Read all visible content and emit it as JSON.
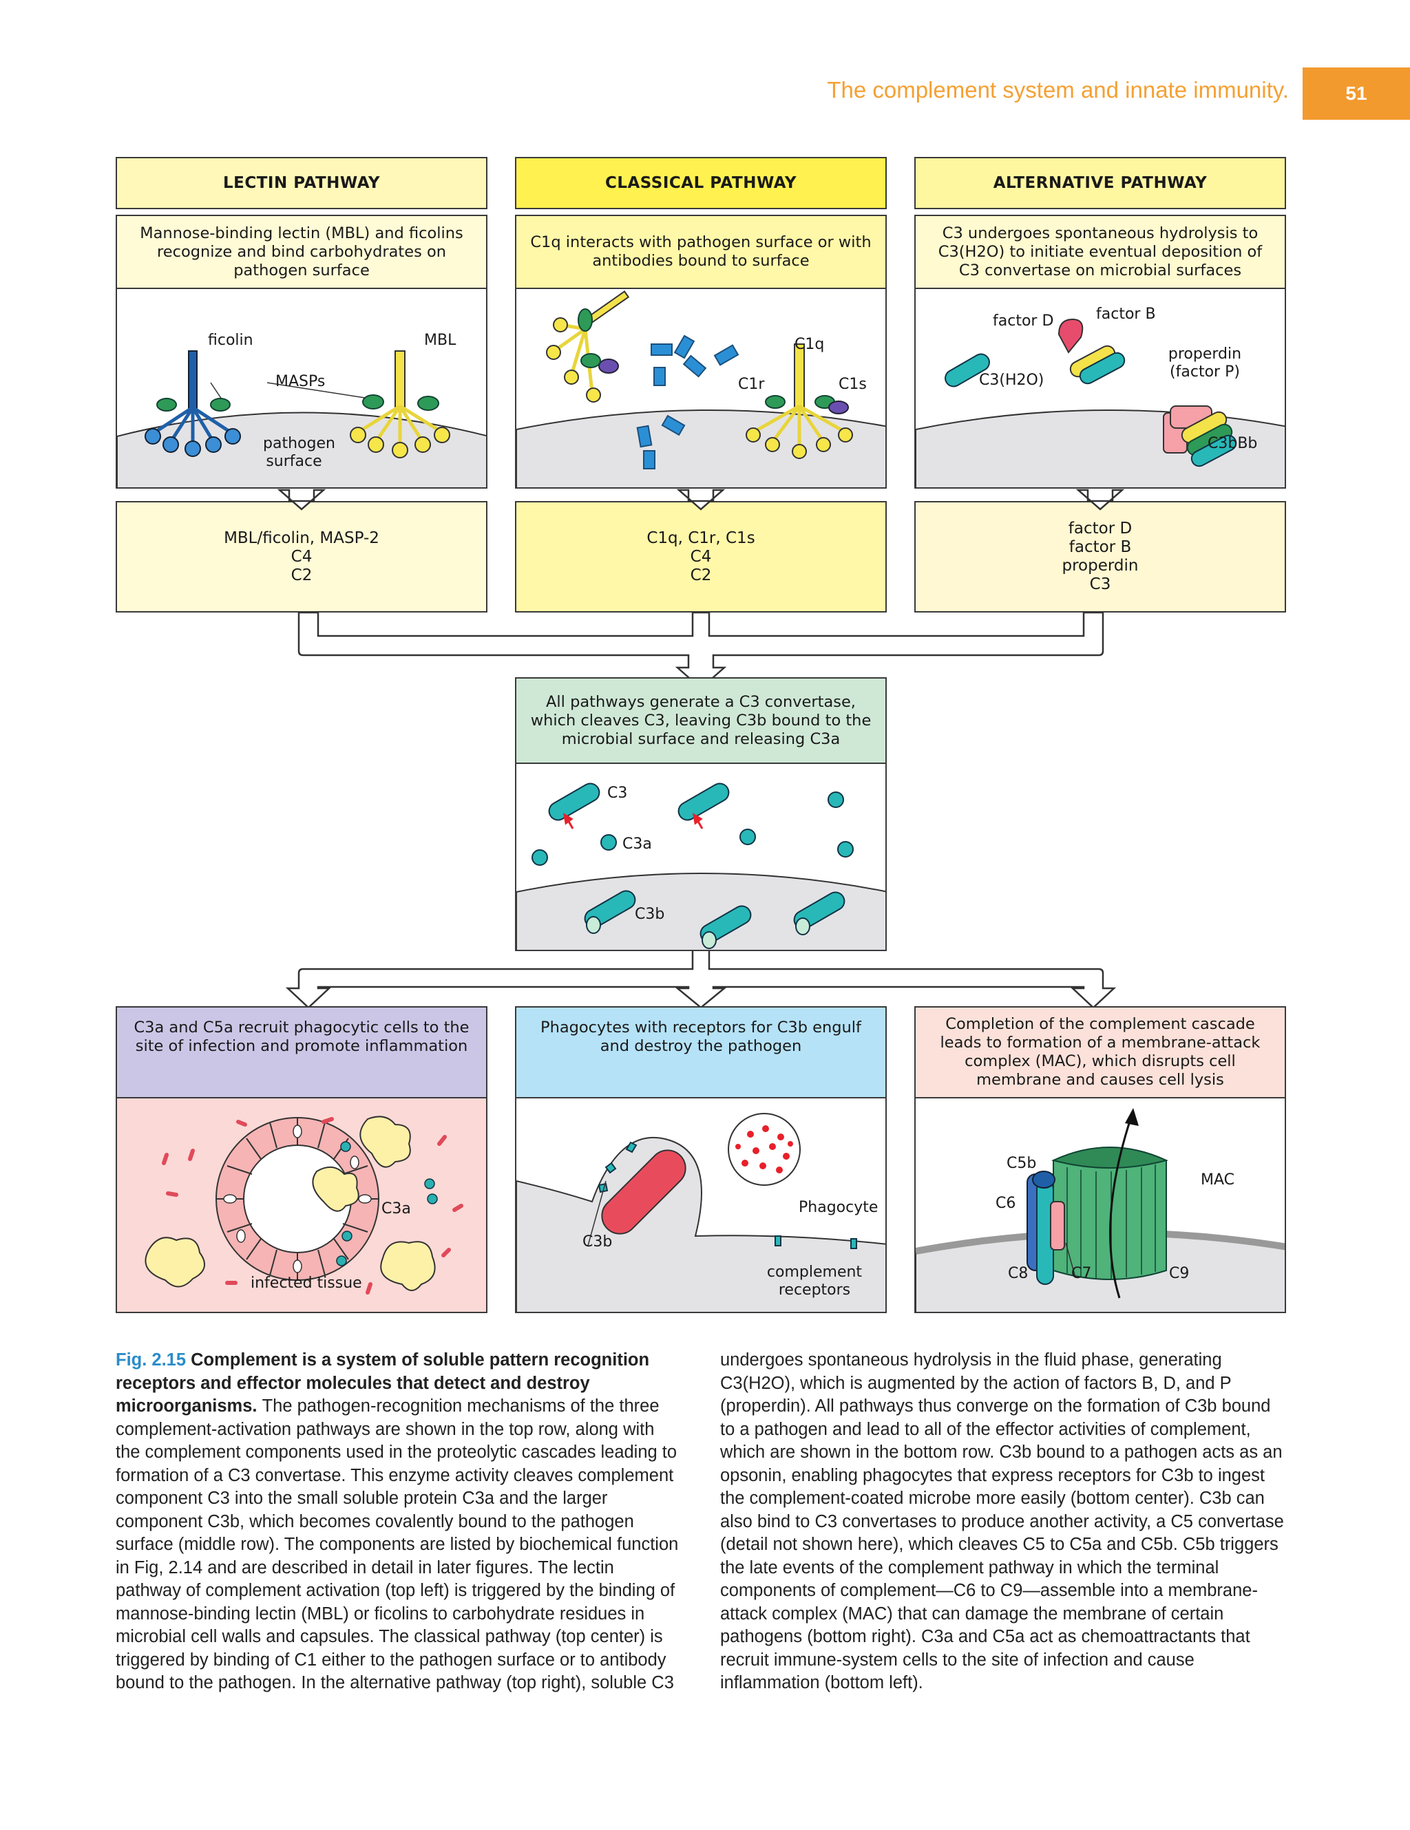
{
  "header": {
    "title": "The complement system and innate immunity.",
    "page_number": "51"
  },
  "pathways": [
    {
      "title": "LECTIN PATHWAY",
      "description": "Mannose-binding lectin (MBL) and ficolins recognize and bind carbohydrates on pathogen surface",
      "components": [
        "MBL/ficolin, MASP-2",
        "C4",
        "C2"
      ]
    },
    {
      "title": "CLASSICAL PATHWAY",
      "description": "C1q interacts with pathogen surface or with antibodies bound to surface",
      "components": [
        "C1q, C1r, C1s",
        "C4",
        "C2"
      ]
    },
    {
      "title": "ALTERNATIVE PATHWAY",
      "description": "C3 undergoes spontaneous hydrolysis to C3(H2O) to initiate eventual deposition of C3 convertase on microbial surfaces",
      "components": [
        "factor D",
        "factor B",
        "properdin",
        "C3"
      ]
    }
  ],
  "lectin_labels": {
    "ficolin": "ficolin",
    "mbl": "MBL",
    "masps": "MASPs",
    "surface": "pathogen surface"
  },
  "classical_labels": {
    "c1q": "C1q",
    "c1r": "C1r",
    "c1s": "C1s"
  },
  "alternative_labels": {
    "factor_d": "factor D",
    "factor_b": "factor B",
    "c3h2o": "C3(H2O)",
    "properdin": "properdin (factor P)",
    "c3bbb": "C3bBb"
  },
  "convergence": {
    "description": "All pathways generate a C3 convertase, which cleaves C3, leaving C3b bound to the microbial surface and releasing C3a",
    "labels": {
      "c3": "C3",
      "c3a": "C3a",
      "c3b": "C3b"
    }
  },
  "effects": [
    {
      "description": "C3a and C5a recruit phagocytic cells to the site of infection and promote inflammation",
      "labels": {
        "c3a": "C3a",
        "tissue": "infected tissue"
      }
    },
    {
      "description": "Phagocytes with receptors for C3b engulf and destroy the pathogen",
      "labels": {
        "phagocyte": "Phagocyte",
        "c3b": "C3b",
        "receptors": "complement receptors"
      }
    },
    {
      "description": "Completion of the complement cascade leads to formation of a membrane-attack complex (MAC), which disrupts cell membrane and causes cell lysis",
      "labels": {
        "c5b": "C5b",
        "c6": "C6",
        "c7": "C7",
        "c8": "C8",
        "c9": "C9",
        "mac": "MAC"
      }
    }
  ],
  "caption": {
    "figure_label": "Fig. 2.15",
    "bold_title": "Complement is a system of soluble pattern recognition receptors and effector molecules that detect and destroy microorganisms.",
    "body": "The pathogen-recognition mechanisms of the three complement-activation pathways are shown in the top row, along with the complement components used in the proteolytic cascades leading to formation of a C3 convertase. This enzyme activity cleaves complement component C3 into the small soluble protein C3a and the larger component C3b, which becomes covalently bound to the pathogen surface (middle row). The components are listed by biochemical function in Fig, 2.14 and are described in detail in later figures. The lectin pathway of complement activation (top left) is triggered by the binding of mannose-binding lectin (MBL) or ficolins to carbohydrate residues in microbial cell walls and capsules. The classical pathway (top center) is triggered by binding of C1 either to the pathogen surface or to antibody bound to the pathogen. In the alternative pathway (top right), soluble C3 undergoes spontaneous hydrolysis in the fluid phase, generating C3(H2O), which is augmented by the action of factors B, D, and P (properdin). All pathways thus converge on the formation of C3b bound to a pathogen and lead to all of the effector activities of complement, which are shown in the bottom row. C3b bound to a pathogen acts as an opsonin, enabling phagocytes that express receptors for C3b to ingest the complement-coated microbe more easily (bottom center). C3b can also bind to C3 convertases to produce another activity, a C5 convertase (detail not shown here), which cleaves C5 to C5a and C5b. C5b triggers the late events of the complement pathway in which the terminal components of complement—C6 to C9—assemble into a membrane-attack complex (MAC) that can damage the membrane of certain pathogens (bottom right). C3a and C5a act as chemoattractants that recruit immune-system cells to the site of infection and cause inflammation (bottom left)."
  },
  "colors": {
    "accent": "#f39a2e",
    "figure_label": "#2a8cc9",
    "header_yellow": "#fff6a8",
    "classical_yellow": "#fff14f",
    "convergence_green": "#cfe8d6",
    "effect_purple": "#cbc6e6",
    "effect_blue": "#b5e2f6",
    "effect_pink": "#fbe1d9"
  }
}
